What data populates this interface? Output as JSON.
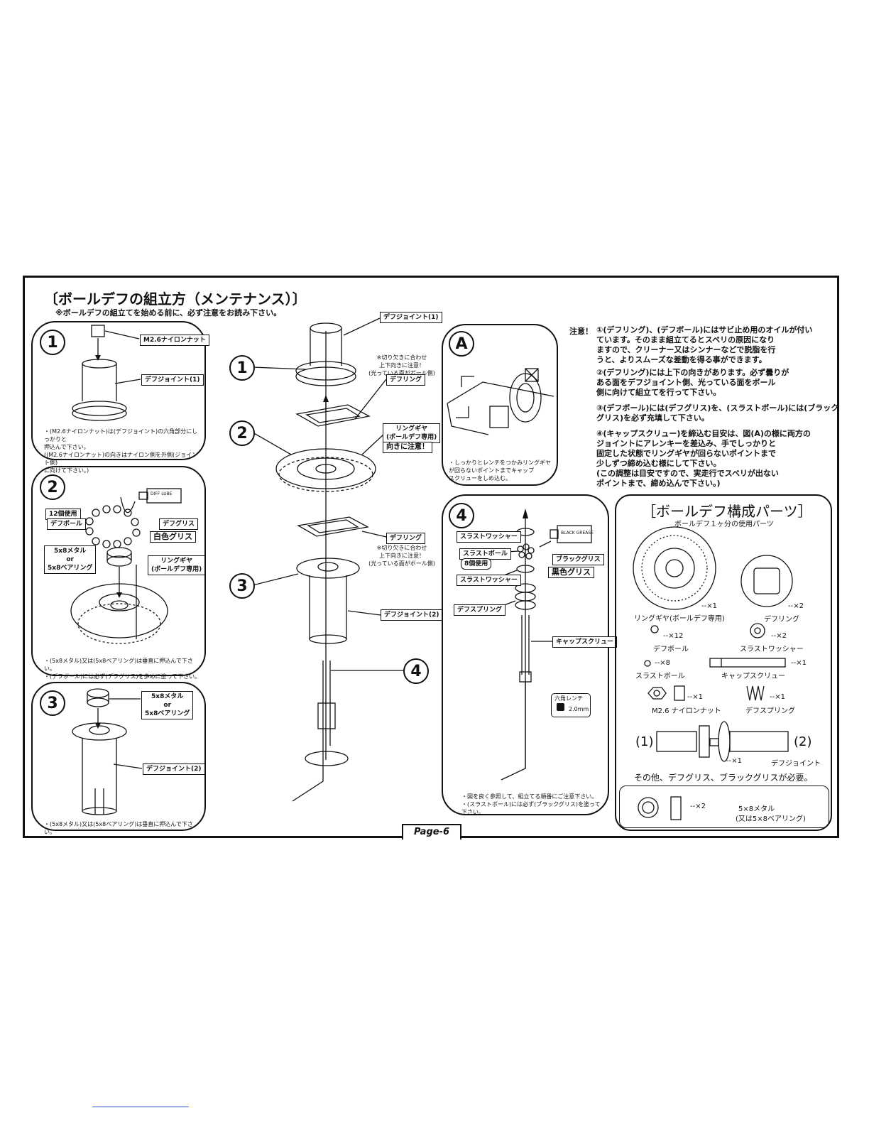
{
  "title": "〔ボールデフの組立方（メンテナンス）〕",
  "subtitle": "※ボールデフの組立てを始める前に、必ず注意をお読み下さい。",
  "page_label": "Page-6",
  "step1": {
    "num": "1",
    "tag_nut": "M2.6ナイロンナット",
    "tag_joint": "デフジョイント(1)",
    "note": "・(M2.6ナイロンナット)は(デフジョイント)の六角部分にしっかりと\n  押込んで下さい。\n  ((M2.6ナイロンナット)の向きはナイロン側を外側(ジョイント側)\n  に向けて下さい。)"
  },
  "step2": {
    "num": "2",
    "tag_12": "12個使用",
    "tag_ball": "デフボール",
    "tag_grease": "デフグリス",
    "tube_label": "DIFF LUBE",
    "white_grease": "白色グリス",
    "tag_metal": "5x8メタル\nor\n5x8ベアリング",
    "tag_ring": "リングギヤ\n(ボールデフ専用)",
    "note": "・(5x8メタル)又は(5x8ベアリング)は垂直に押込んで下さい。\n・(デフボール)には必ず(デフグリス)を多めに塗って下さい。"
  },
  "step3": {
    "num": "3",
    "tag_metal": "5x8メタル\nor\n5x8ベアリング",
    "tag_joint": "デフジョイント(2)",
    "note": "・(5x8メタル)又は(5x8ベアリング)は垂直に押込んで下さい。"
  },
  "center": {
    "n1": "1",
    "n2": "2",
    "n3": "3",
    "n4": "4",
    "tag_joint1": "デフジョイント(1)",
    "notch_note_top": "※切り欠きに合わせ\n上下向きに注意！\n(光っている面がボール側)",
    "tag_ring_top": "デフリング",
    "tag_ringgear": "リングギヤ\n(ボールデフ専用)",
    "tag_direction": "向きに注意！",
    "tag_ring_bottom": "デフリング",
    "notch_note_bottom": "※切り欠きに合わせ\n上下向きに注意！\n(光っている面がボール側)",
    "tag_joint2": "デフジョイント(2)"
  },
  "stepA": {
    "num": "A",
    "note": "・しっかりとレンチをつかみリングギヤ\n  が回らないポイントまでキャップ\n  スクリューをしめ込む。"
  },
  "step4": {
    "num": "4",
    "tag_thrust_washer1": "スラストワッシャー",
    "tag_thrust_ball": "スラストボール",
    "tag_8": "8個使用",
    "tag_thrust_washer2": "スラストワッシャー",
    "tag_diff_spring": "デフスプリング",
    "tag_black_grease": "ブラックグリス",
    "tube_label": "BLACK GREASE",
    "black_grease": "黒色グリス",
    "tag_cap_screw": "キャップスクリュー",
    "wrench_label": "六角レンチ",
    "wrench_size": "2.0mm",
    "note": "・図を良く参照して、組立てる順番にご注意下さい。\n・(スラストボール)には必ず(ブラックグリス)を塗って下さい。"
  },
  "caution": {
    "head": "注意！",
    "items": [
      "①(デフリング)、(デフボール)にはサビ止め用のオイルが付い\n    ています。そのまま組立てるとスベリの原因になり\n    ますので、クリーナー又はシンナーなどで脱脂を行\n    うと、よりスムーズな差動を得る事ができます。",
      "②(デフリング)には上下の向きがあります。必ず曇りが\n    ある面をデフジョイント側、光っている面をボール\n    側に向けて組立てを行って下さい。",
      "③(デフボール)には(デフグリス)を、(スラストボール)には(ブラック\n    グリス)を必ず充填して下さい。",
      "④(キャップスクリュー)を締込む目安は、図(A)の様に両方の\n    ジョイントにアレンキーを差込み、手でしっかりと\n    固定した状態でリングギヤが回らないポイントまで\n    少しずつ締め込む様にして下さい。\n    (この調整は目安ですので、実走行でスベリが出ない\n    ポイントまで、締め込んで下さい。)"
    ]
  },
  "parts": {
    "title": "［ボールデフ構成パーツ］",
    "subtitle": "ボールデフ１ヶ分の使用パーツ",
    "items": [
      {
        "name": "リングギヤ(ボールデフ専用)",
        "qty": "--×1"
      },
      {
        "name": "デフリング",
        "qty": "--×2"
      },
      {
        "name": "デフボール",
        "qty": "--×12"
      },
      {
        "name": "スラストワッシャー",
        "qty": "--×2"
      },
      {
        "name": "スラストボール",
        "qty": "--×8"
      },
      {
        "name": "キャップスクリュー",
        "qty": "--×1"
      },
      {
        "name": "M2.6 ナイロンナット",
        "qty": "--×1"
      },
      {
        "name": "デフスプリング",
        "qty": "--×1"
      },
      {
        "name": "デフジョイント",
        "qty": "--×1"
      }
    ],
    "joint_left": "(1)",
    "joint_right": "(2)",
    "other": "その他、デフグリス、ブラックグリスが必要。",
    "metal_qty": "--×2",
    "metal_name": "5×8メタル",
    "metal_alt": "(又は5×8ベアリング)"
  }
}
